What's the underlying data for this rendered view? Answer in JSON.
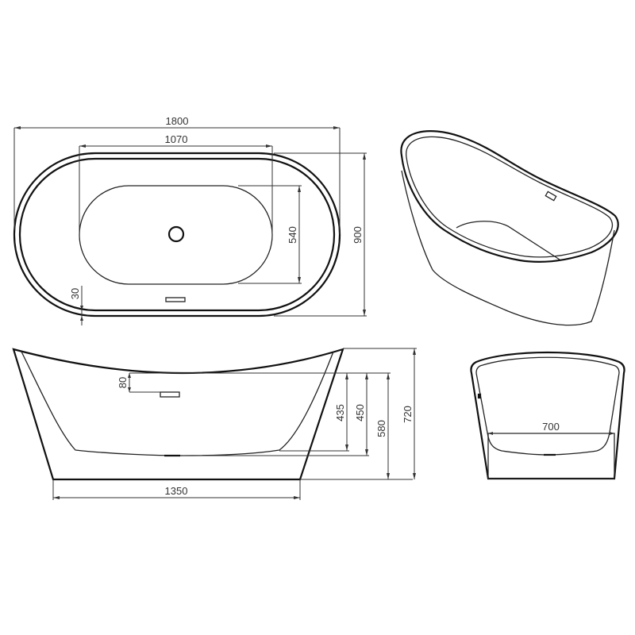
{
  "drawing": {
    "subject": "Freestanding bathtub technical drawing",
    "line_color": "#111111",
    "background": "#ffffff",
    "views": {
      "top": {
        "name": "top-view",
        "dimensions": {
          "overall_length": "1800",
          "inner_length": "1070",
          "inner_width": "540",
          "overall_width": "900",
          "rim_thickness": "30"
        }
      },
      "perspective": {
        "name": "perspective-view"
      },
      "side": {
        "name": "side-view",
        "dimensions": {
          "overflow_offset": "80",
          "inner_depth": "435",
          "overflow_to_bottom": "450",
          "height_at_center": "580",
          "overall_height": "720",
          "base_length": "1350"
        }
      },
      "end": {
        "name": "end-view",
        "dimensions": {
          "base_width": "700"
        }
      }
    }
  }
}
